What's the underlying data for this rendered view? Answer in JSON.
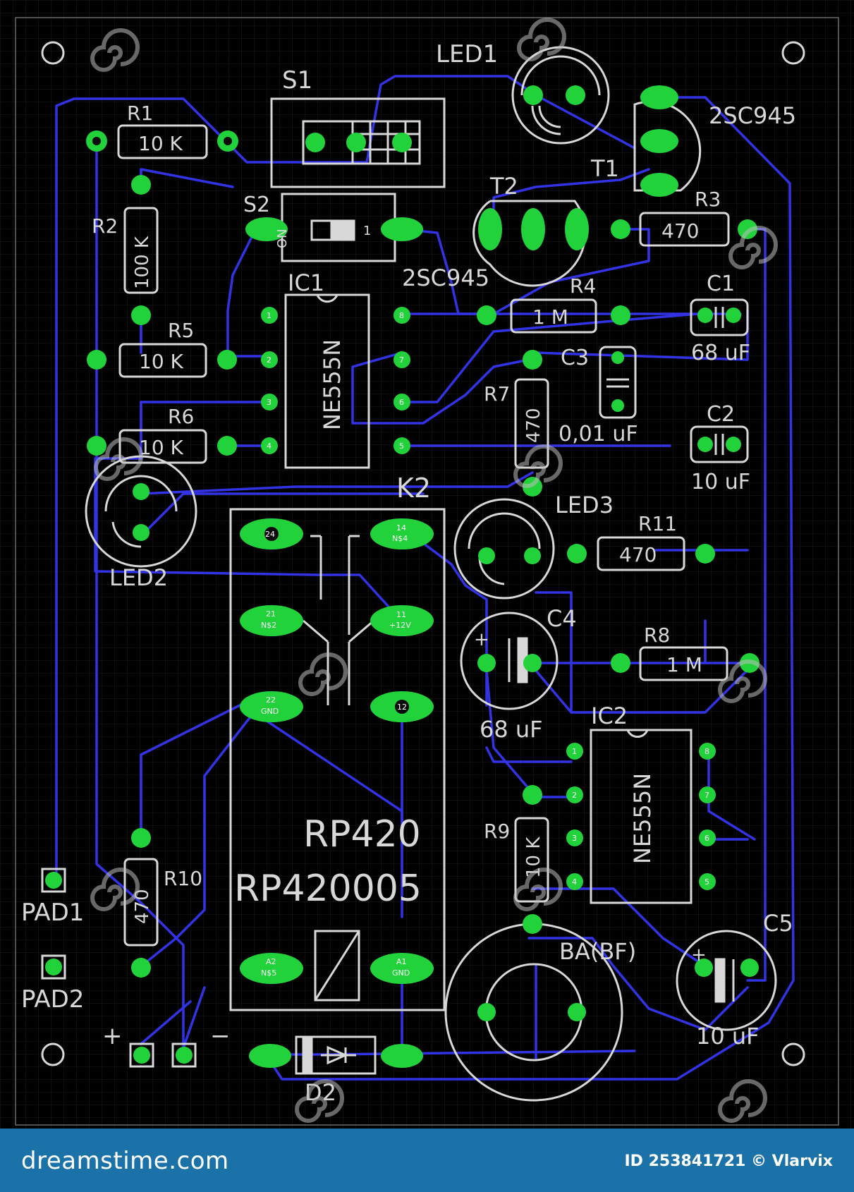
{
  "components": {
    "s1": "S1",
    "led1": "LED1",
    "r1": "R1",
    "r1_value": "10 K",
    "t1": "T1",
    "t1_part": "2SC945",
    "r2": "R2",
    "r2_value": "100 K",
    "s2": "S2",
    "s2_on": "ON",
    "s2_one": "1",
    "t2": "T2",
    "t2_part": "2SC945",
    "r3": "R3",
    "r3_value": "470",
    "ic1": "IC1",
    "ic1_part": "NE555N",
    "r4": "R4",
    "r4_value": "1 M",
    "c1": "C1",
    "c1_value": "68 uF",
    "r5": "R5",
    "r5_value": "10 K",
    "c3": "C3",
    "c3_value": "0,01 uF",
    "r7": "R7",
    "r7_value": "470",
    "r6": "R6",
    "r6_value": "10 K",
    "c2": "C2",
    "c2_value": "10 uF",
    "k2": "K2",
    "led3": "LED3",
    "r11": "R11",
    "r11_value": "470",
    "led2": "LED2",
    "c4": "C4",
    "c4_value": "68 uF",
    "r8": "R8",
    "r8_value": "1 M",
    "ic2": "IC2",
    "ic2_part": "NE555N",
    "relay_part1": "RP420",
    "relay_part2": "RP420005",
    "r9": "R9",
    "r9_value": "10 K",
    "r10": "R10",
    "r10_value": "470",
    "pad1": "PAD1",
    "pad2": "PAD2",
    "ba": "BA(BF)",
    "c5": "C5",
    "c5_value": "10 uF",
    "d2": "D2",
    "plus": "+",
    "minus": "−"
  },
  "relay_pins": {
    "p24": "24",
    "p14": "14",
    "p21": "21",
    "p11": "11",
    "p22": "22",
    "p12": "12",
    "pa2": "A2",
    "pa1": "A1",
    "n14": "N$4",
    "n21": "N$2",
    "n11": "+12V",
    "n22": "GND",
    "na2": "N$5",
    "na1": "GND"
  },
  "ic1_pins": {
    "p1": "1",
    "p2": "2",
    "p3": "3",
    "p4": "4",
    "p5": "5",
    "p6": "6",
    "p7": "7",
    "p8": "8"
  },
  "ic2_pins": {
    "p1": "1",
    "p2": "2",
    "p3": "3",
    "p4": "4",
    "p5": "5",
    "p6": "6",
    "p7": "7",
    "p8": "8"
  },
  "colors": {
    "background": "#000000",
    "grid": "#1c1c1c",
    "trace": "#3333e6",
    "pad": "#22d23a",
    "silkscreen": "#d8d8d8",
    "footer": "#1b72a8"
  },
  "footer": {
    "site": "dreamstime.com",
    "id": "ID 253841721 © Vlarvix"
  }
}
